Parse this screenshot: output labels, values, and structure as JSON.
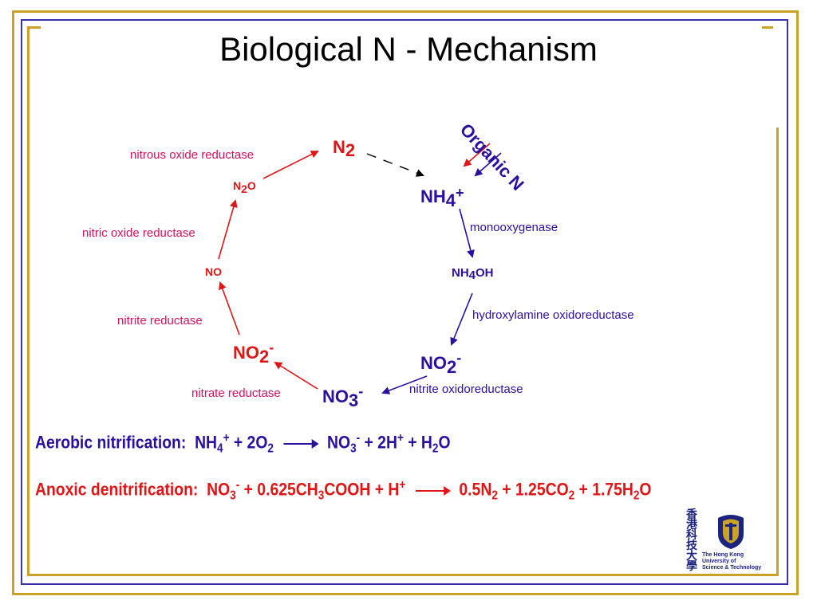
{
  "title": "Biological N - Mechanism",
  "species": {
    "n2": {
      "base": "N",
      "sub": "2"
    },
    "n2o": {
      "a": "N",
      "sub": "2",
      "b": "O"
    },
    "no": "NO",
    "no2_left": {
      "base": "NO",
      "sub": "2",
      "sup": "-"
    },
    "no3": {
      "base": "NO",
      "sub": "3",
      "sup": "-"
    },
    "nh4": {
      "base": "NH",
      "sub": "4",
      "sup": "+"
    },
    "nh4oh": {
      "a": "NH",
      "sub": "4",
      "b": "OH"
    },
    "no2_right": {
      "base": "NO",
      "sub": "2",
      "sup": "-"
    },
    "organic_n": "Organic N"
  },
  "enzymes": {
    "nitrous_oxide_reductase": "nitrous  oxide  reductase",
    "nitric_oxide_reductase": "nitric  oxide  reductase",
    "nitrite_reductase": "nitrite  reductase",
    "nitrate_reductase": "nitrate  reductase",
    "monooxygenase": "monooxygenase",
    "hydroxylamine_oxidoreductase": "hydroxylamine  oxidoreductase",
    "nitrite_oxidoreductase": "nitrite  oxidoreductase"
  },
  "equations": {
    "aerobic": {
      "label": "Aerobic nitrification:",
      "lhs": {
        "a": "NH",
        "a_sub": "4",
        "a_sup": "+",
        "b": " + 2O",
        "b_sub": "2"
      },
      "rhs": {
        "a": "NO",
        "a_sub": "3",
        "a_sup": "-",
        "b": " + 2H",
        "b_sup": "+",
        "c": " + H",
        "c_sub": "2",
        "d": "O"
      }
    },
    "anoxic": {
      "label": "Anoxic denitrification:",
      "lhs": {
        "a": "NO",
        "a_sub": "3",
        "a_sup": "-",
        "b": " + 0.625CH",
        "b_sub": "3",
        "c": "COOH + H",
        "c_sup": "+"
      },
      "rhs": {
        "a": "0.5N",
        "a_sub": "2",
        "b": " + 1.25CO",
        "b_sub": "2",
        "c": " + 1.75H",
        "c_sub": "2",
        "d": "O"
      }
    }
  },
  "logo": {
    "chinese": "香港科技大學",
    "line1": "The Hong Kong",
    "line2": "University of",
    "line3": "Science & Technology"
  },
  "colors": {
    "red": "#e01515",
    "blue": "#2a0fa0",
    "pink": "#d41060",
    "gold": "#c9a227"
  }
}
